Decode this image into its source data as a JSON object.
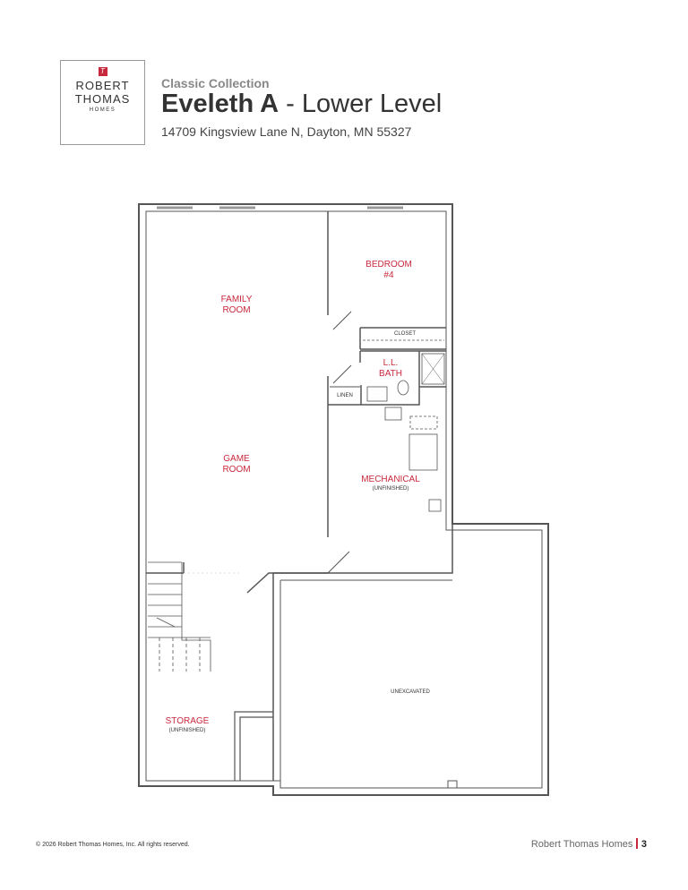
{
  "logo": {
    "line1": "ROBERT",
    "line2": "THOMAS",
    "line3": "HOMES",
    "mark": "T"
  },
  "header": {
    "collection": "Classic Collection",
    "model": "Eveleth A",
    "separator": " - ",
    "level": "Lower Level",
    "address": "14709 Kingsview Lane N, Dayton, MN 55327"
  },
  "rooms": {
    "family": "FAMILY\nROOM",
    "game": "GAME\nROOM",
    "bedroom": "BEDROOM\n#4",
    "closet": "CLOSET",
    "bath": "L.L.\nBATH",
    "linen": "LINEN",
    "mechanical": "MECHANICAL",
    "mechanical_note": "(UNFINISHED)",
    "unexcavated": "UNEXCAVATED",
    "storage": "STORAGE",
    "storage_note": "(UNFINISHED)"
  },
  "footer": {
    "copyright": "© 2026 Robert Thomas Homes, Inc. All rights reserved.",
    "brand": "Robert Thomas Homes",
    "page": "3"
  },
  "colors": {
    "accent": "#c8283c",
    "wall": "#555555"
  }
}
